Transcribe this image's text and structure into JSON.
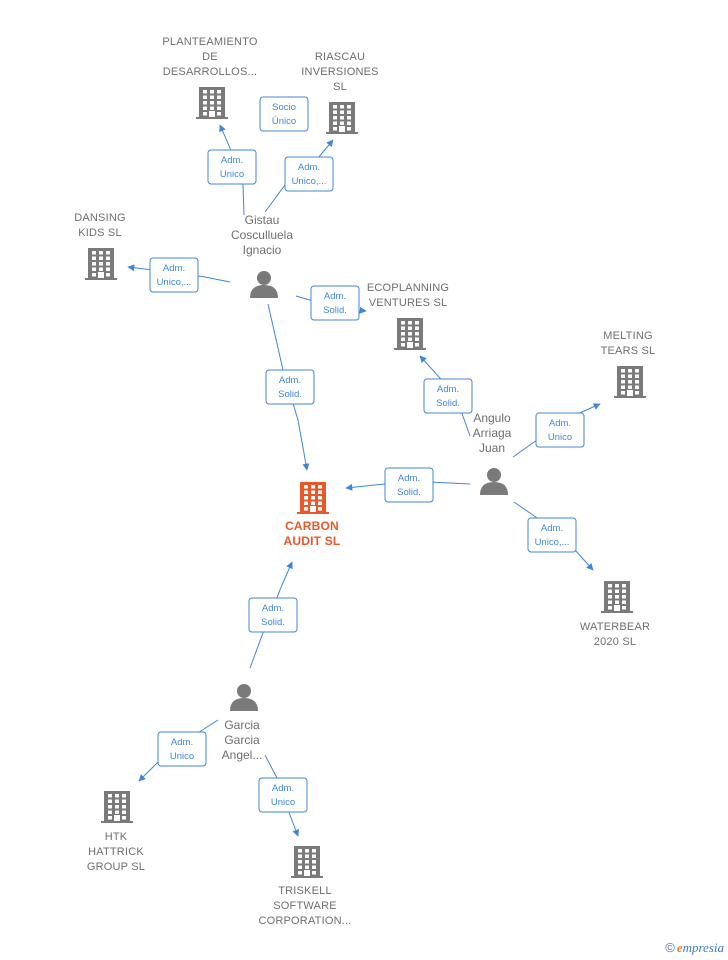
{
  "colors": {
    "edge": "#3f87d6",
    "company": "#7a7a7a",
    "main_company": "#e8582b",
    "person": "#7a7a7a",
    "label": "#6e6e6e"
  },
  "nodes": [
    {
      "id": "carbon",
      "kind": "company",
      "main": true,
      "lines": [
        "CARBON",
        "AUDIT  SL"
      ]
    },
    {
      "id": "planteamiento",
      "kind": "company",
      "lines": [
        "PLANTEAMIENTO",
        "DE",
        "DESARROLLOS..."
      ]
    },
    {
      "id": "riascau",
      "kind": "company",
      "lines": [
        "RIASCAU",
        "INVERSIONES",
        "SL"
      ]
    },
    {
      "id": "dansing",
      "kind": "company",
      "lines": [
        "DANSING",
        "KIDS SL"
      ]
    },
    {
      "id": "ecoplanning",
      "kind": "company",
      "lines": [
        "ECOPLANNING",
        "VENTURES  SL"
      ]
    },
    {
      "id": "melting",
      "kind": "company",
      "lines": [
        "MELTING",
        "TEARS  SL"
      ]
    },
    {
      "id": "waterbear",
      "kind": "company",
      "lines": [
        "WATERBEAR",
        "2020  SL"
      ]
    },
    {
      "id": "htk",
      "kind": "company",
      "lines": [
        "HTK",
        "HATTRICK",
        "GROUP  SL"
      ]
    },
    {
      "id": "triskell",
      "kind": "company",
      "lines": [
        "TRISKELL",
        "SOFTWARE",
        "CORPORATION..."
      ]
    },
    {
      "id": "gistau",
      "kind": "person",
      "lines": [
        "Gistau",
        "Cosculluela",
        "Ignacio"
      ]
    },
    {
      "id": "angulo",
      "kind": "person",
      "lines": [
        "Angulo",
        "Arriaga",
        "Juan"
      ]
    },
    {
      "id": "garcia",
      "kind": "person",
      "lines": [
        "Garcia",
        "Garcia",
        "Angel..."
      ]
    }
  ],
  "edges": [
    {
      "id": "e1",
      "lines": [
        "Adm.",
        "Unico"
      ]
    },
    {
      "id": "e2",
      "lines": [
        "Socio",
        "Único"
      ]
    },
    {
      "id": "e3",
      "lines": [
        "Adm.",
        "Unico,..."
      ]
    },
    {
      "id": "e4",
      "lines": [
        "Adm.",
        "Unico,..."
      ]
    },
    {
      "id": "e5",
      "lines": [
        "Adm.",
        "Solid."
      ]
    },
    {
      "id": "e6",
      "lines": [
        "Adm.",
        "Solid."
      ]
    },
    {
      "id": "e7",
      "lines": [
        "Adm.",
        "Solid."
      ]
    },
    {
      "id": "e8",
      "lines": [
        "Adm.",
        "Unico"
      ]
    },
    {
      "id": "e9",
      "lines": [
        "Adm.",
        "Solid."
      ]
    },
    {
      "id": "e10",
      "lines": [
        "Adm.",
        "Unico,..."
      ]
    },
    {
      "id": "e11",
      "lines": [
        "Adm.",
        "Solid."
      ]
    },
    {
      "id": "e12",
      "lines": [
        "Adm.",
        "Unico"
      ]
    },
    {
      "id": "e13",
      "lines": [
        "Adm.",
        "Unico"
      ]
    }
  ],
  "footer": {
    "copyright": "©",
    "brand_first": "e",
    "brand_rest": "mpresia"
  }
}
